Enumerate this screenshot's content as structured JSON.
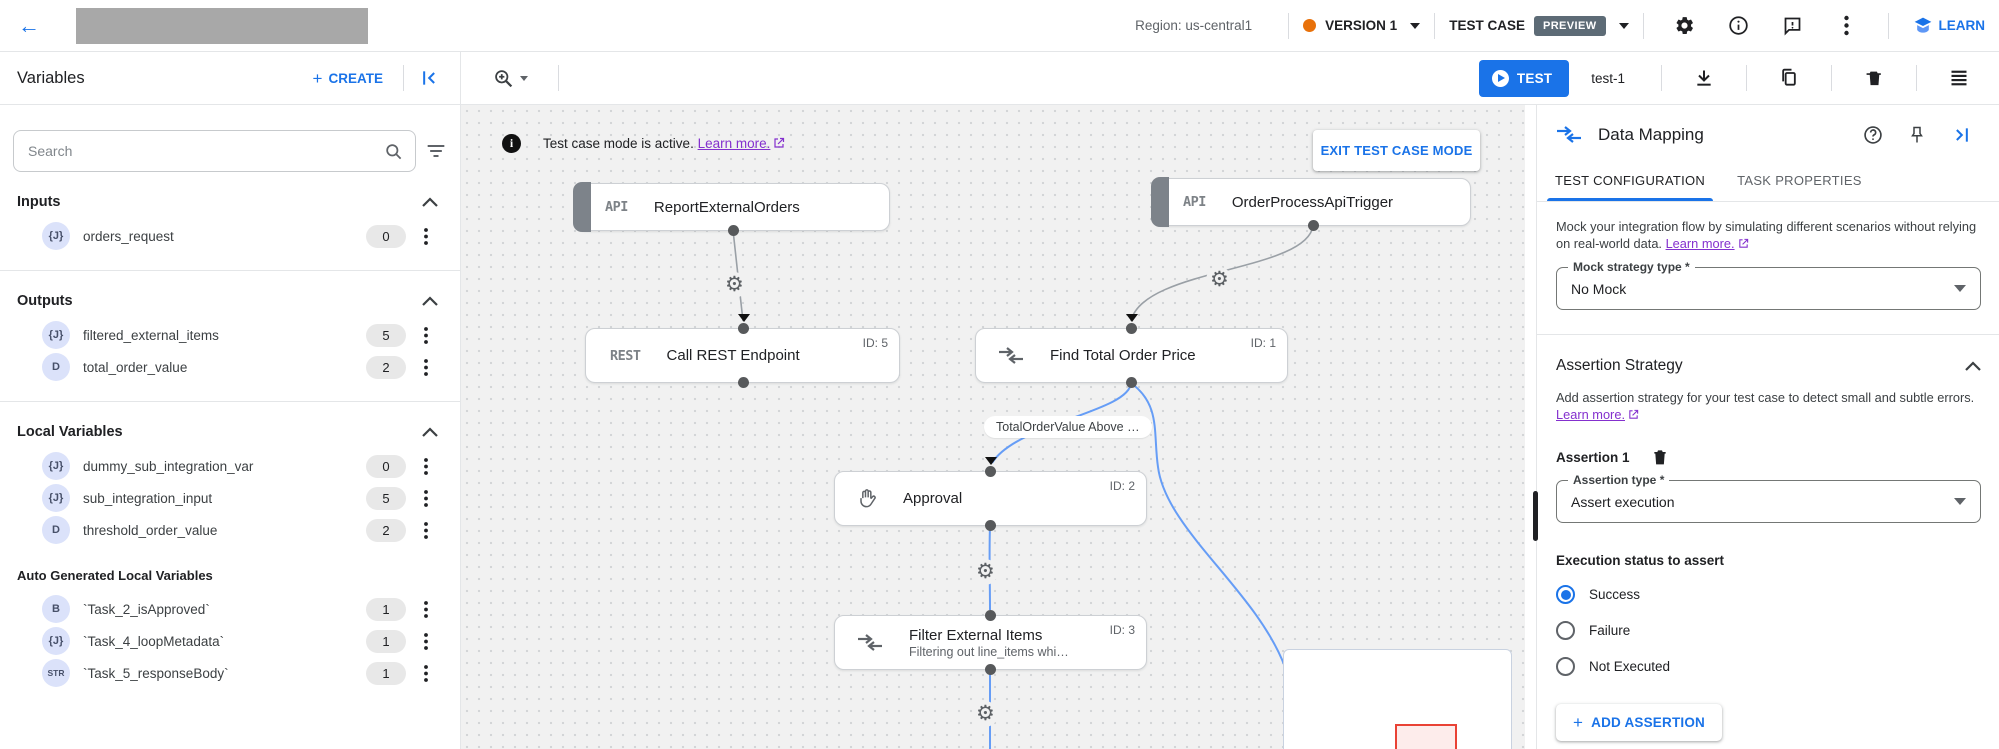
{
  "header": {
    "region": "Region: us-central1",
    "version": "VERSION 1",
    "test_case": "TEST CASE",
    "preview": "PREVIEW",
    "learn": "LEARN"
  },
  "toolbar": {
    "title": "Variables",
    "create": "CREATE",
    "test": "TEST",
    "test_name": "test-1"
  },
  "sidebar": {
    "search_placeholder": "Search",
    "sections": [
      {
        "title": "Inputs",
        "small": false,
        "chevron": true,
        "divider_after": true,
        "items": [
          {
            "type": "J",
            "name": "orders_request",
            "count": "0"
          }
        ]
      },
      {
        "title": "Outputs",
        "small": false,
        "chevron": true,
        "divider_after": true,
        "items": [
          {
            "type": "J",
            "name": "filtered_external_items",
            "count": "5"
          },
          {
            "type": "D",
            "name": "total_order_value",
            "count": "2"
          }
        ]
      },
      {
        "title": "Local Variables",
        "small": false,
        "chevron": true,
        "divider_after": false,
        "items": [
          {
            "type": "J",
            "name": "dummy_sub_integration_var",
            "count": "0"
          },
          {
            "type": "J",
            "name": "sub_integration_input",
            "count": "5"
          },
          {
            "type": "D",
            "name": "threshold_order_value",
            "count": "2"
          }
        ]
      },
      {
        "title": "Auto Generated Local Variables",
        "small": true,
        "chevron": false,
        "divider_after": false,
        "items": [
          {
            "type": "B",
            "name": "`Task_2_isApproved`",
            "count": "1"
          },
          {
            "type": "J",
            "name": "`Task_4_loopMetadata`",
            "count": "1"
          },
          {
            "type": "STR",
            "name": "`Task_5_responseBody`",
            "count": "1"
          }
        ]
      }
    ]
  },
  "canvas": {
    "banner": {
      "text": "Test case mode is active.",
      "link": "Learn more.",
      "exit_button": "EXIT TEST CASE MODE"
    },
    "edge_label": "TotalOrderValue Above …",
    "nodes": {
      "report": {
        "tag": "API",
        "title": "ReportExternalOrders"
      },
      "trigger": {
        "tag": "API",
        "title": "OrderProcessApiTrigger"
      },
      "rest": {
        "tag": "REST",
        "title": "Call REST Endpoint",
        "id": "ID: 5"
      },
      "find_total": {
        "title": "Find Total Order Price",
        "id": "ID: 1"
      },
      "approval": {
        "title": "Approval",
        "id": "ID: 2"
      },
      "filter": {
        "title": "Filter External Items",
        "subtitle": "Filtering out line_items whi…",
        "id": "ID: 3"
      }
    }
  },
  "panel": {
    "title": "Data Mapping",
    "tabs": [
      {
        "label": "TEST CONFIGURATION",
        "active": true
      },
      {
        "label": "TASK PROPERTIES",
        "active": false
      }
    ],
    "mock_text": "Mock your integration flow by simulating different scenarios without relying on real-world data.",
    "mock_link": "Learn more.",
    "mock_select": {
      "label": "Mock strategy type *",
      "value": "No Mock"
    },
    "assertion": {
      "section_title": "Assertion Strategy",
      "description": "Add assertion strategy for your test case to detect small and subtle errors.",
      "desc_link": "Learn more.",
      "item_title": "Assertion 1",
      "type_select": {
        "label": "Assertion type *",
        "value": "Assert execution"
      },
      "status_label": "Execution status to assert",
      "options": [
        {
          "label": "Success",
          "selected": true
        },
        {
          "label": "Failure",
          "selected": false
        },
        {
          "label": "Not Executed",
          "selected": false
        }
      ],
      "add_button": "ADD ASSERTION"
    }
  },
  "colors": {
    "accent_blue": "#1a73e8",
    "link_purple": "#8430ce",
    "edge_blue": "#669df6",
    "orange_dot": "#e8710a",
    "preview_badge_bg": "#5d6b76"
  }
}
